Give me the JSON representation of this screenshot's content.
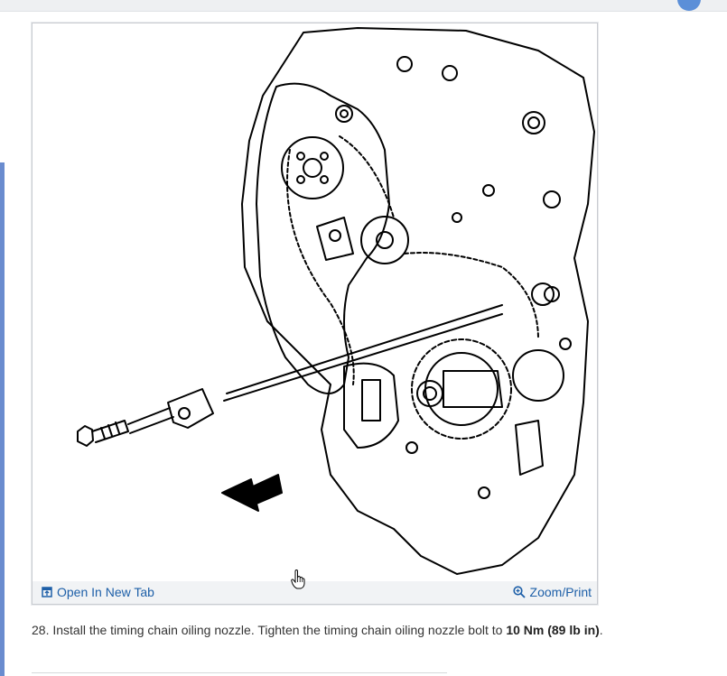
{
  "figure": {
    "toolbar": {
      "open_new_tab_label": "Open In New Tab",
      "zoom_print_label": "Zoom/Print"
    }
  },
  "instruction": {
    "step_number": "28.",
    "text_before": " Install the timing chain oiling nozzle. Tighten the timing chain oiling nozzle bolt to ",
    "torque_value": "10 Nm (89 lb in)",
    "text_after": "."
  },
  "colors": {
    "link": "#1d5fa8",
    "toolbar_bg": "#f1f3f5",
    "card_border": "#c9ccd1",
    "text": "#333333",
    "left_accent": "#6a8ccf"
  },
  "icons": {
    "open_new_tab": "open-in-new-tab-icon",
    "zoom": "zoom-icon",
    "cursor": "hand-pointer-icon"
  }
}
